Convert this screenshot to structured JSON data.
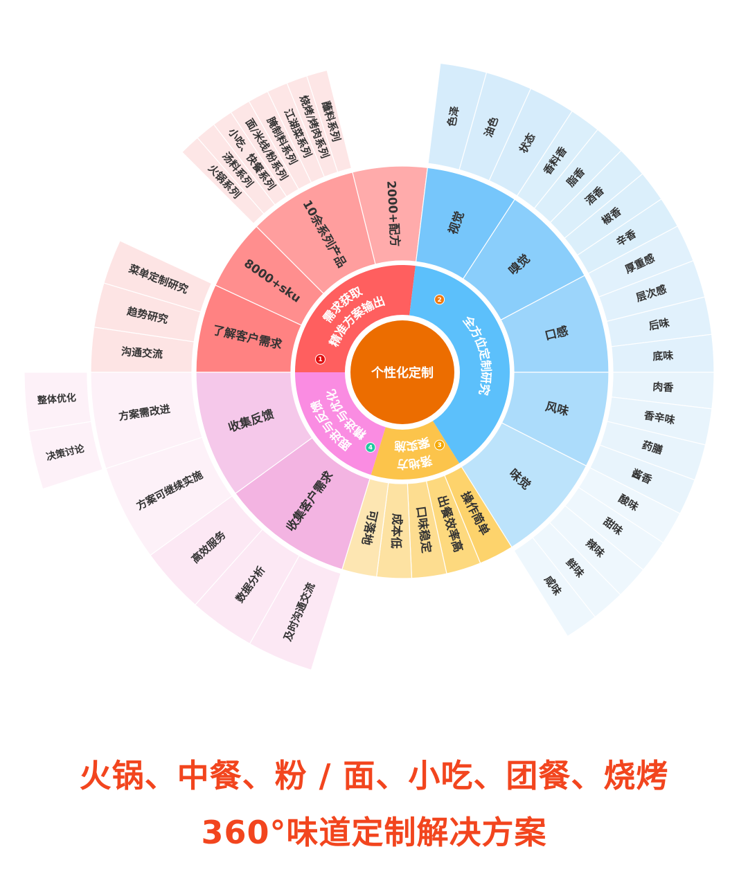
{
  "chart_data": {
    "type": "sunburst",
    "center": {
      "name": "个性化定制",
      "color": "#ec6d00"
    },
    "children": [
      {
        "name": "需求获取 精准方案输出",
        "lines": [
          "需求获取",
          "精准方案输出"
        ],
        "badge": "1",
        "badge_color": "#e01010",
        "color": "#ff5f5f",
        "children": [
          {
            "name": "了解客户需求",
            "color": "#ff8282",
            "children": [
              {
                "name": "沟通交流",
                "color": "#fde4e4"
              },
              {
                "name": "趋势研究",
                "color": "#fde4e4"
              },
              {
                "name": "菜单定制研究",
                "color": "#fde4e4"
              }
            ]
          },
          {
            "name": "8000+sku",
            "color": "#ff8e8e"
          },
          {
            "name": "10余系列产品",
            "color": "#ff9e9e",
            "children": [
              {
                "name": "火锅系列",
                "color": "#fde6e6"
              },
              {
                "name": "汤料系列",
                "color": "#fde6e6"
              },
              {
                "name": "小吃、快餐系列",
                "color": "#fde6e6"
              },
              {
                "name": "面/米线/粉系列",
                "color": "#fde6e6"
              },
              {
                "name": "腌制料系列",
                "color": "#fde6e6"
              },
              {
                "name": "江湖菜系列",
                "color": "#fde6e6"
              },
              {
                "name": "烧烤/烤肉系列",
                "color": "#fde6e6"
              },
              {
                "name": "蘸料系列",
                "color": "#fde6e6"
              }
            ]
          },
          {
            "name": "2000+配方",
            "color": "#ffabab"
          }
        ]
      },
      {
        "name": "全方位定制研究",
        "lines": [
          "全方位定制研究"
        ],
        "badge": "2",
        "badge_color": "#f07a10",
        "color": "#5cc0fb",
        "children": [
          {
            "name": "视觉",
            "color": "#76c6fb",
            "children": [
              {
                "name": "色泽",
                "color": "#d6ecfb"
              },
              {
                "name": "油色",
                "color": "#d6ecfb"
              },
              {
                "name": "状态",
                "color": "#d6ecfb"
              }
            ]
          },
          {
            "name": "嗅觉",
            "color": "#8acefb",
            "children": [
              {
                "name": "香料香",
                "color": "#dbeffb"
              },
              {
                "name": "脂香",
                "color": "#dbeffb"
              },
              {
                "name": "酒香",
                "color": "#dbeffb"
              },
              {
                "name": "椒香",
                "color": "#dbeffb"
              },
              {
                "name": "辛香",
                "color": "#dbeffb"
              }
            ]
          },
          {
            "name": "口感",
            "color": "#9cd5fb",
            "children": [
              {
                "name": "厚重感",
                "color": "#e1f1fc"
              },
              {
                "name": "层次感",
                "color": "#e1f1fc"
              },
              {
                "name": "后味",
                "color": "#e1f1fc"
              },
              {
                "name": "底味",
                "color": "#e1f1fc"
              }
            ]
          },
          {
            "name": "风味",
            "color": "#acdcfb",
            "children": [
              {
                "name": "肉香",
                "color": "#e8f4fc"
              },
              {
                "name": "香辛味",
                "color": "#e8f4fc"
              },
              {
                "name": "药膳",
                "color": "#e8f4fc"
              },
              {
                "name": "酱香",
                "color": "#e8f4fc"
              }
            ]
          },
          {
            "name": "味觉",
            "color": "#bce3fb",
            "children": [
              {
                "name": "酸味",
                "color": "#eef7fd"
              },
              {
                "name": "甜味",
                "color": "#eef7fd"
              },
              {
                "name": "辣味",
                "color": "#eef7fd"
              },
              {
                "name": "鲜味",
                "color": "#eef7fd"
              },
              {
                "name": "咸味",
                "color": "#eef7fd"
              }
            ]
          }
        ]
      },
      {
        "name": "落地方案实施",
        "lines": [
          "落地方",
          "案实施"
        ],
        "badge": "3",
        "badge_color": "#f5a800",
        "color": "#fcc44b",
        "children": [
          {
            "name": "操作简单",
            "color": "#fdd36c"
          },
          {
            "name": "出餐效率高",
            "color": "#fdd97e"
          },
          {
            "name": "口味稳定",
            "color": "#fddd90"
          },
          {
            "name": "成本低",
            "color": "#fde2a2"
          },
          {
            "name": "可落地",
            "color": "#fde6b2"
          }
        ]
      },
      {
        "name": "跟进与反馈 精进与优化",
        "lines": [
          "跟进与反馈",
          "精进与优化"
        ],
        "badge": "4",
        "badge_color": "#1fc9a0",
        "color": "#fa8ce2",
        "children": [
          {
            "name": "收集客户需求",
            "color": "#f3b4e2",
            "children": [
              {
                "name": "及时沟通交流",
                "color": "#fce8f4"
              },
              {
                "name": "数据分析",
                "color": "#fce8f4"
              },
              {
                "name": "高效服务",
                "color": "#fce8f4"
              }
            ]
          },
          {
            "name": "收集反馈",
            "color": "#f5c8ea",
            "children": [
              {
                "name": "方案可继续实施",
                "color": "#fdf1f8"
              },
              {
                "name": "方案需改进",
                "color": "#fdf1f8",
                "children": [
                  {
                    "name": "决策讨论",
                    "color": "#fdf1f8"
                  },
                  {
                    "name": "整体优化",
                    "color": "#fdf1f8"
                  }
                ]
              }
            ]
          }
        ]
      }
    ]
  },
  "caption": {
    "line1": "火锅、中餐、粉 / 面、小吃、团餐、烧烤",
    "line2": "360°味道定制解决方案",
    "color": "#f2451e"
  }
}
